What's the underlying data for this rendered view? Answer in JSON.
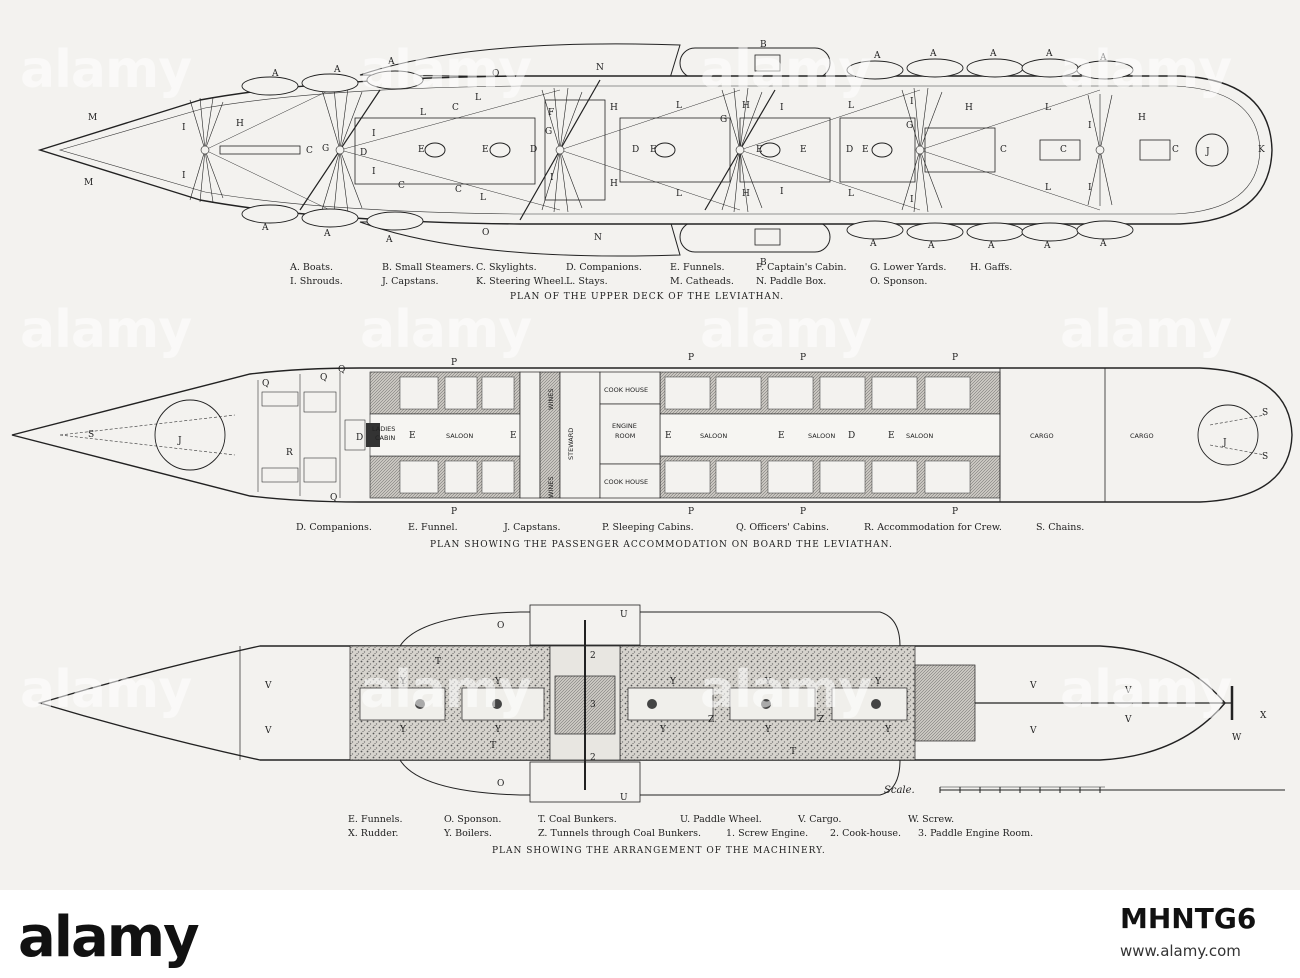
{
  "plates": [
    {
      "caption": "PLAN OF THE UPPER DECK OF THE LEVIATHAN.",
      "legend": [
        [
          "A. Boats.",
          "B. Small Steamers.",
          "C. Skylights.",
          "D. Companions.",
          "E. Funnels.",
          "F. Captain's Cabin.",
          "G. Lower Yards.",
          "H. Gaffs."
        ],
        [
          "I. Shrouds.",
          "J. Capstans.",
          "K. Steering Wheel.",
          "L. Stays.",
          "M. Catheads.",
          "N. Paddle Box.",
          "O. Sponson.",
          ""
        ]
      ]
    },
    {
      "caption": "PLAN SHOWING THE PASSENGER ACCOMMODATION ON BOARD THE LEVIATHAN.",
      "legend": [
        [
          "D. Companions.",
          "E. Funnel.",
          "J. Capstans.",
          "P. Sleeping Cabins.",
          "Q. Officers' Cabins.",
          "R. Accommodation for Crew.",
          "S. Chains."
        ]
      ],
      "rooms": {
        "ladies_cabin": [
          "LADIES",
          "CABIN"
        ],
        "saloon": "SALOON",
        "steward": "STEWARD",
        "wines": "WINES",
        "cook_house": "COOK HOUSE",
        "engine_room": [
          "ENGINE",
          "ROOM"
        ],
        "cargo": "CARGO"
      }
    },
    {
      "caption": "PLAN SHOWING THE ARRANGEMENT OF THE MACHINERY.",
      "legend": [
        [
          "E. Funnels.",
          "O. Sponson.",
          "T. Coal Bunkers.",
          "U. Paddle Wheel.",
          "V. Cargo.",
          "W. Screw."
        ],
        [
          "X. Rudder.",
          "Y. Boilers.",
          "Z. Tunnels through Coal Bunkers.",
          "1. Screw Engine.",
          "2. Cook-house.",
          "3. Paddle Engine Room."
        ]
      ],
      "scale_label": "Scale."
    }
  ],
  "watermark": "alamy",
  "footer": {
    "logo": "alamy",
    "stock_id": "MHNTG6",
    "url": "www.alamy.com"
  }
}
